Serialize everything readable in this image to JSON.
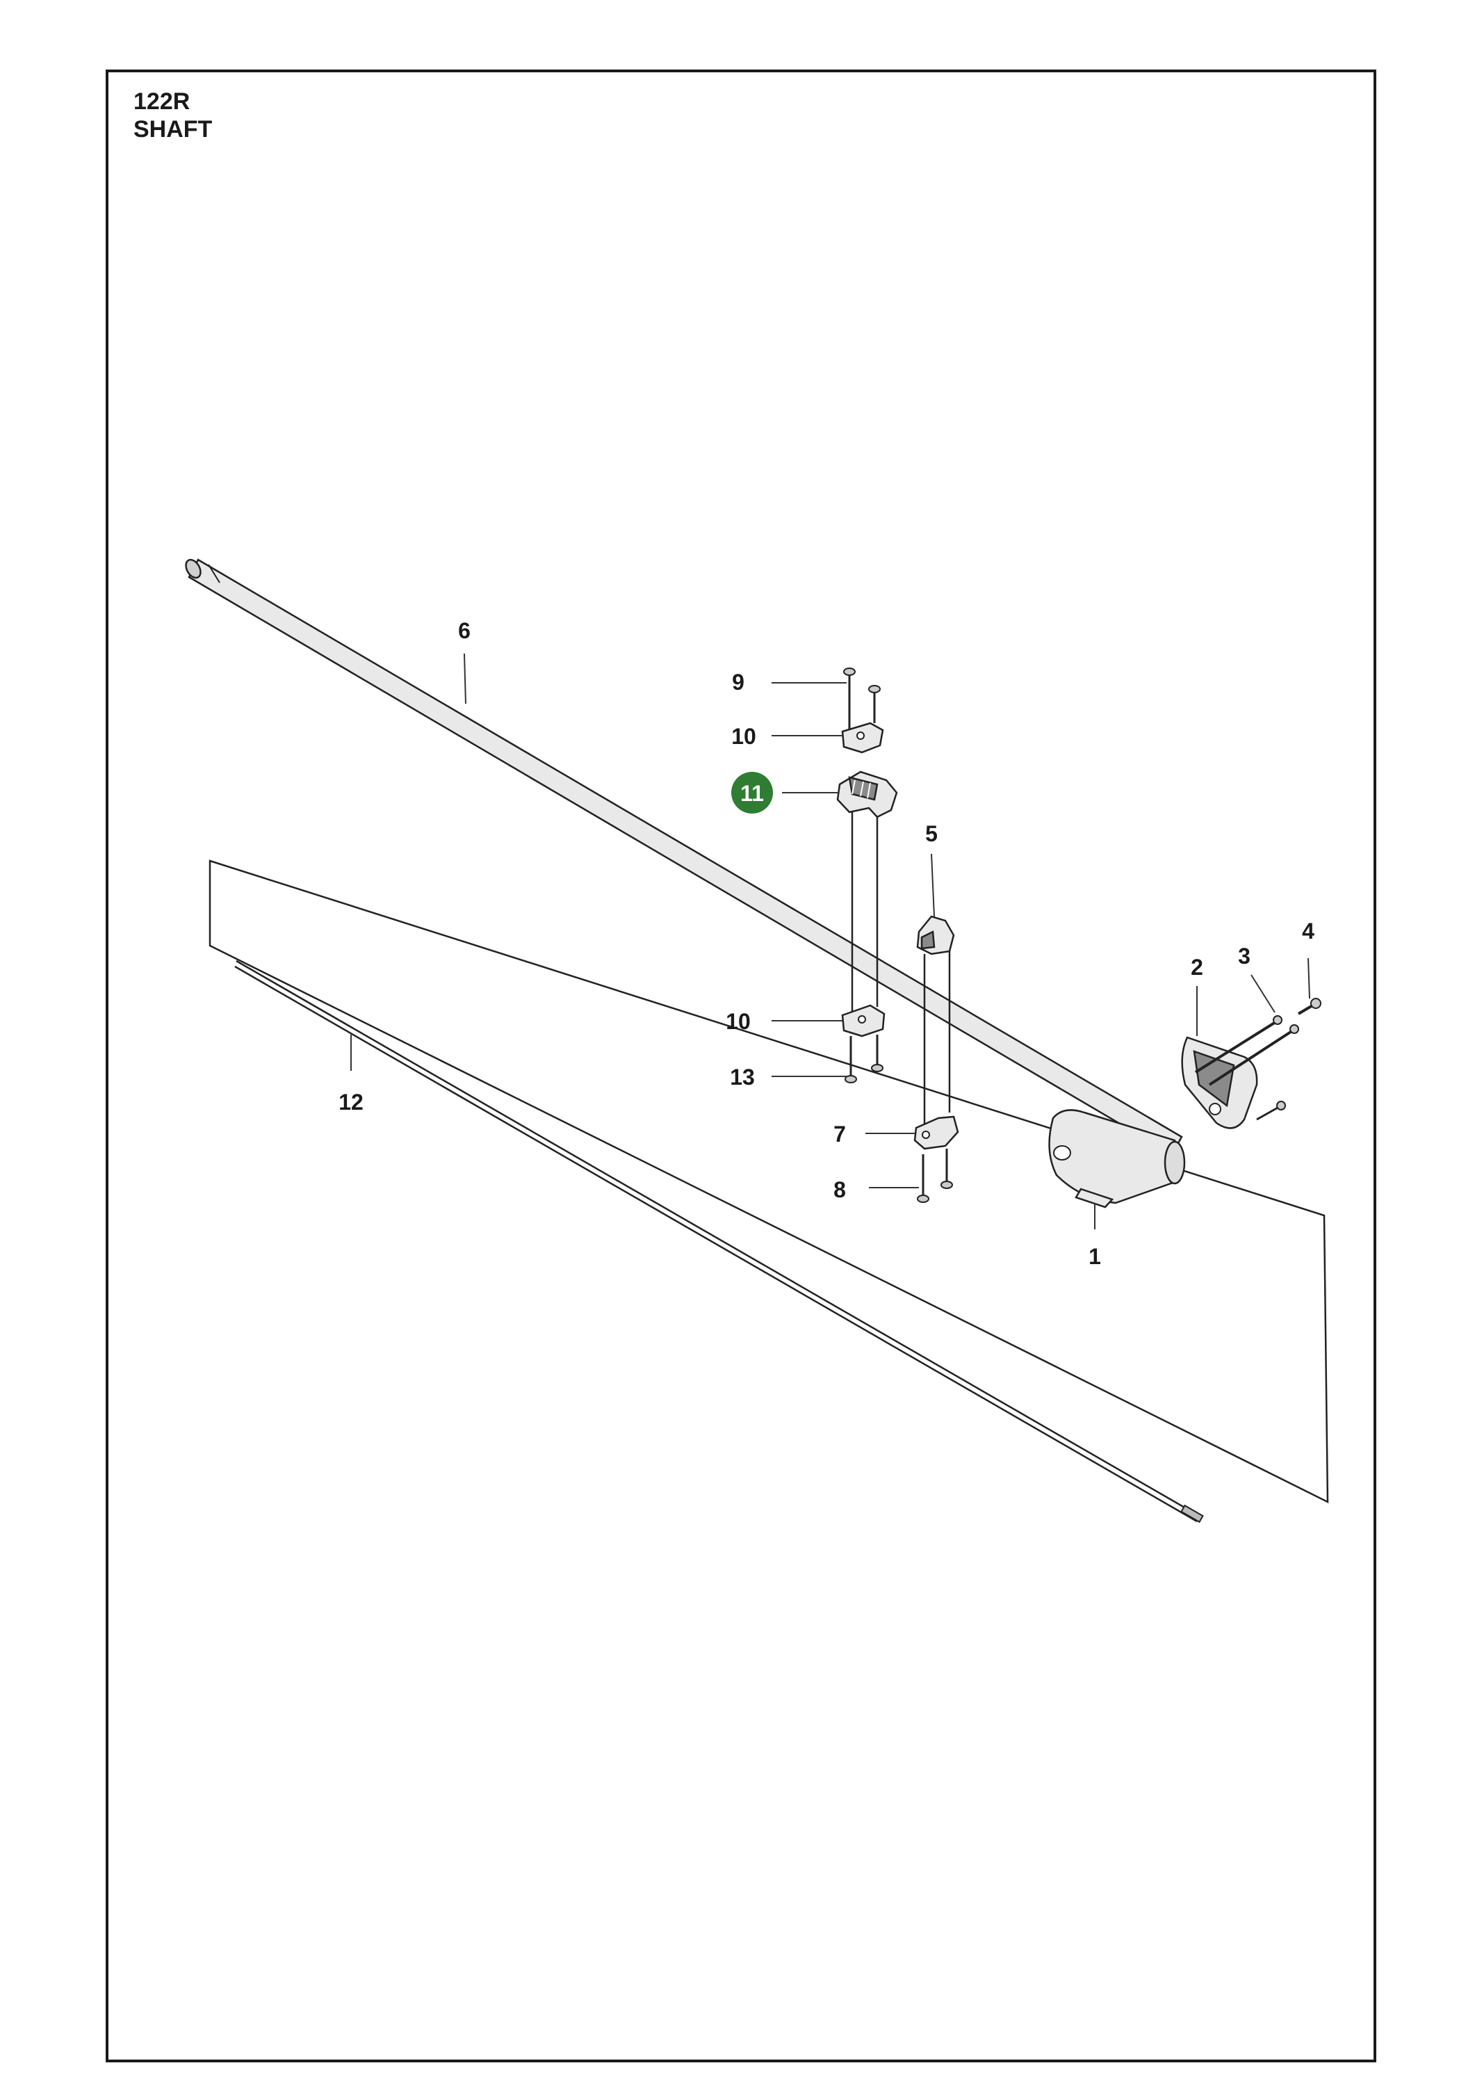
{
  "header": {
    "model": "122R",
    "section": "SHAFT"
  },
  "colors": {
    "highlight": "#2e7d32",
    "line": "#1a1a1a"
  },
  "callouts": {
    "c1": "1",
    "c2": "2",
    "c3": "3",
    "c4": "4",
    "c5": "5",
    "c6": "6",
    "c7": "7",
    "c8": "8",
    "c9": "9",
    "c10a": "10",
    "c10b": "10",
    "c11": "11",
    "c12": "12",
    "c13": "13"
  }
}
